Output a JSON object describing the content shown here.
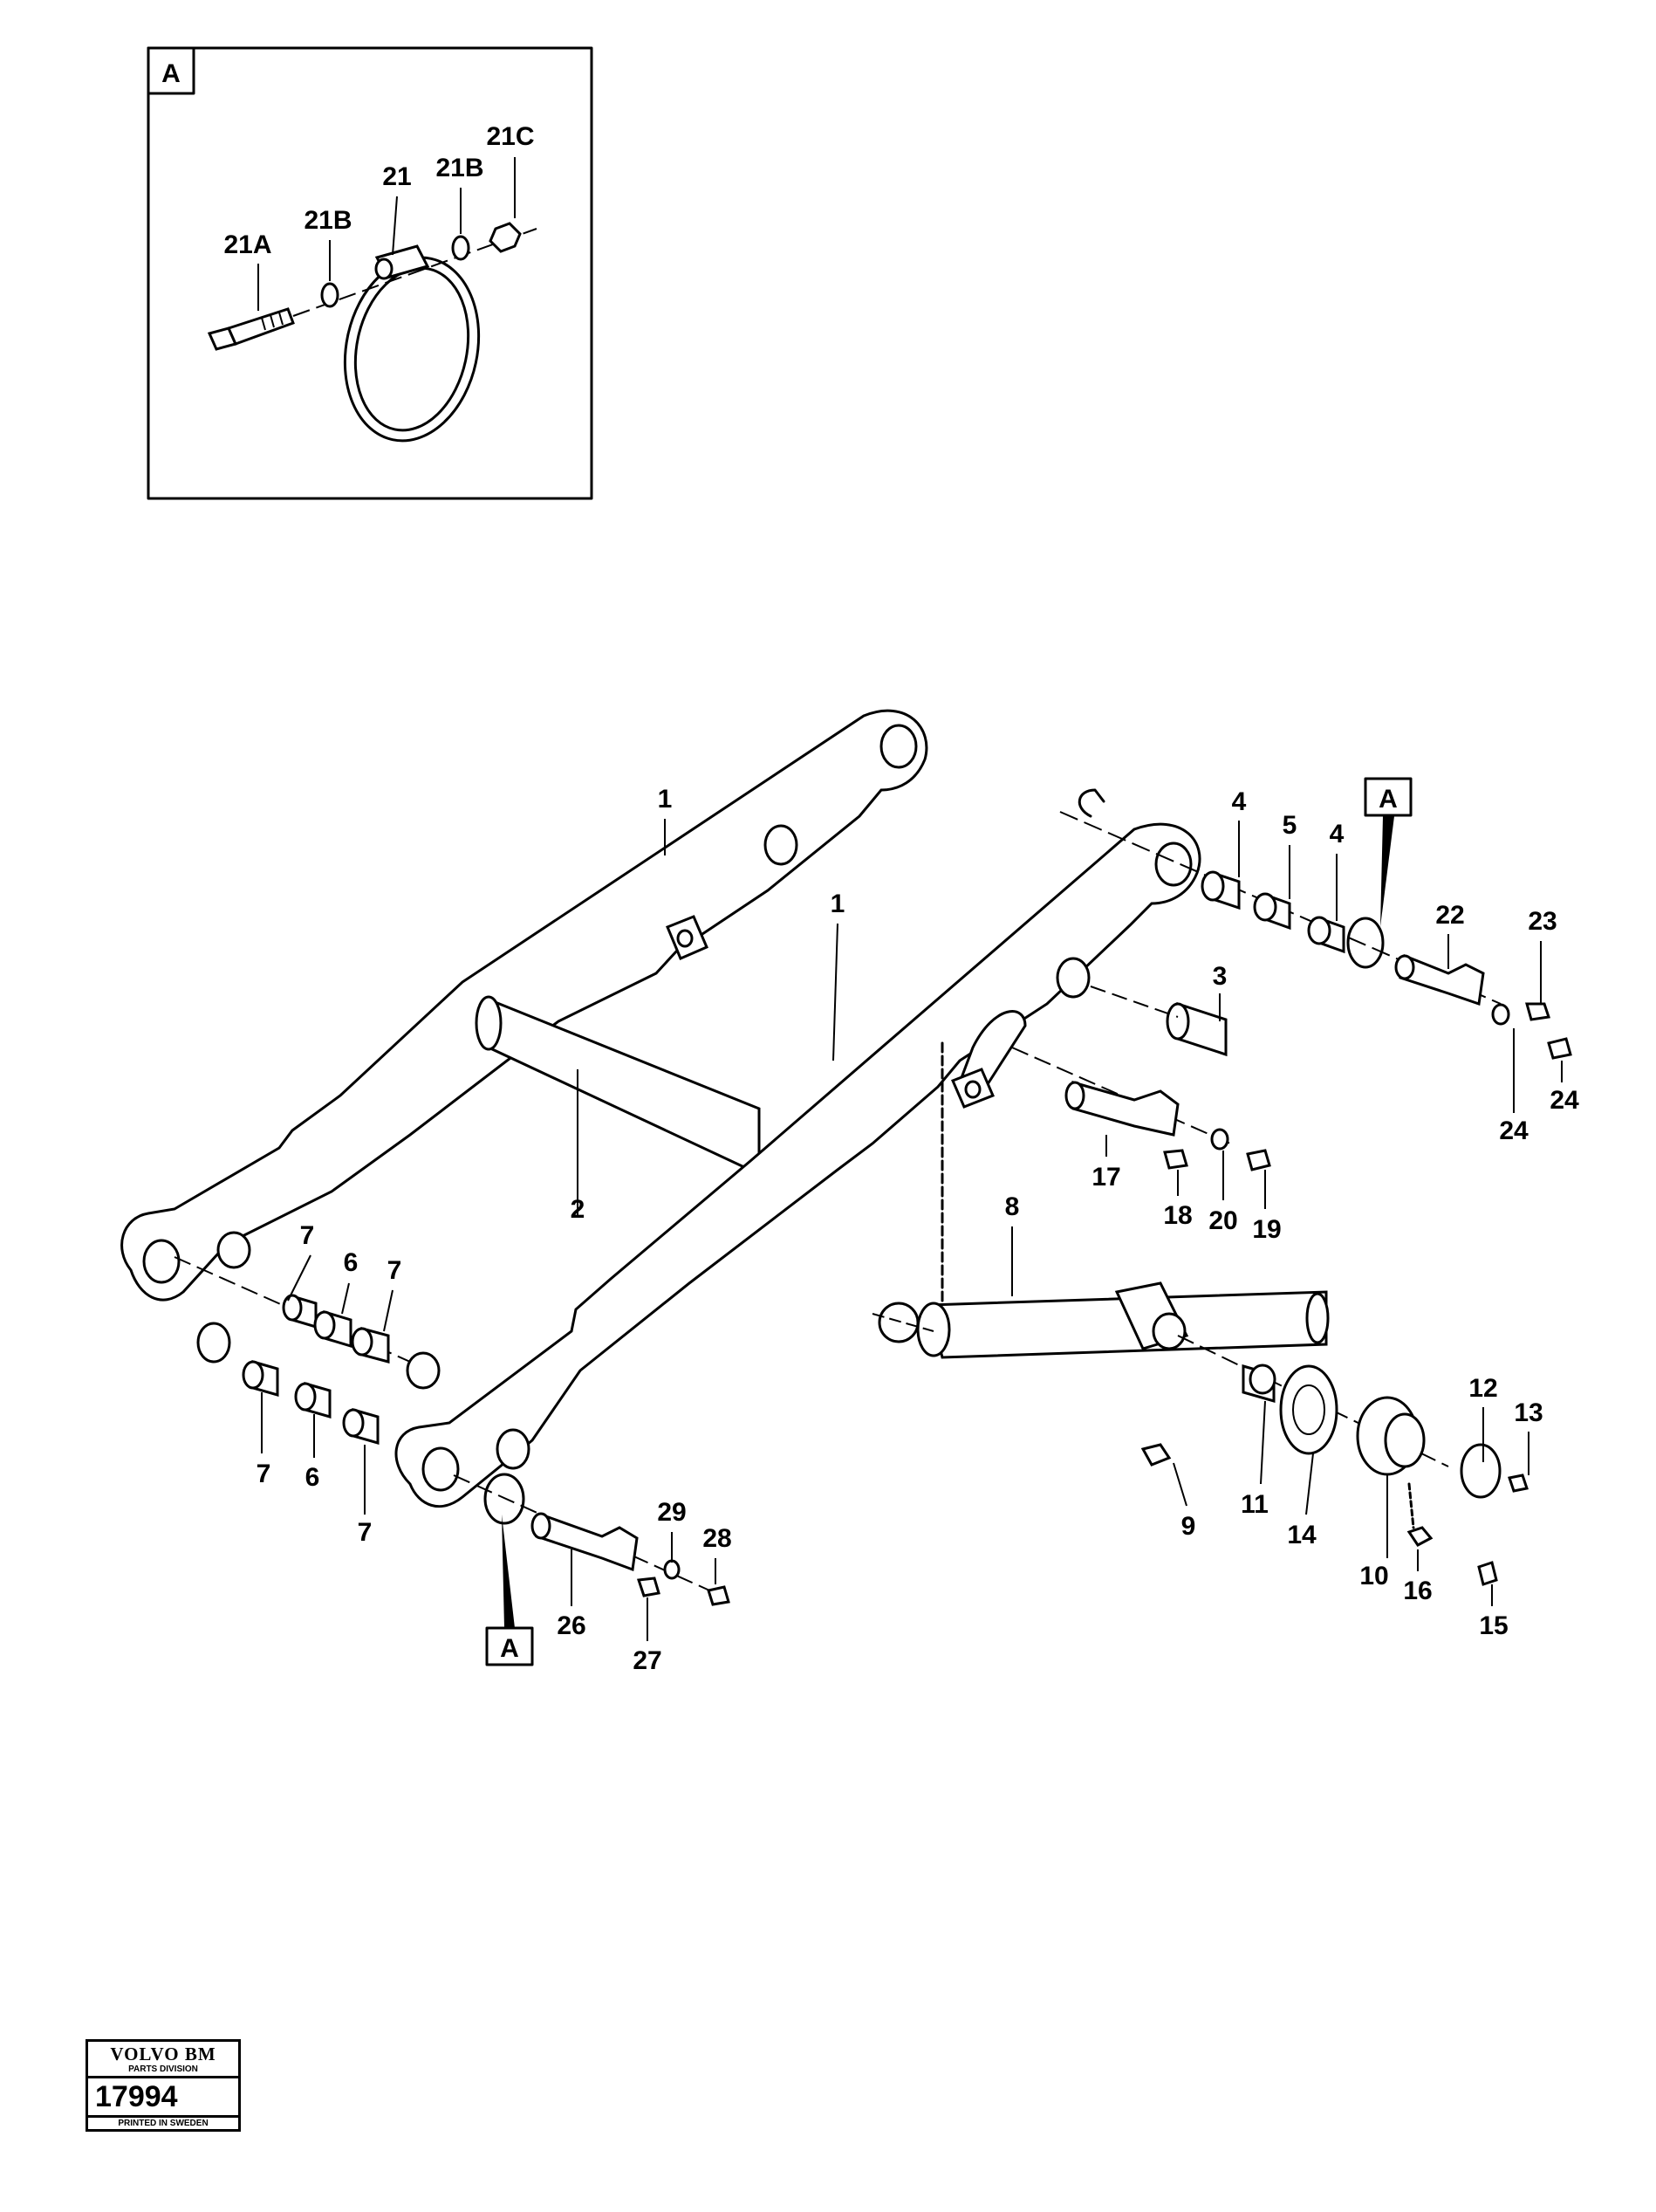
{
  "detail": {
    "box_label": "A",
    "labels": [
      "21A",
      "21B",
      "21",
      "21B",
      "21C"
    ]
  },
  "callouts": {
    "a_top": "A",
    "a_bottom": "A"
  },
  "labels": {
    "l1a": "1",
    "l1b": "1",
    "l2": "2",
    "l3": "3",
    "l4a": "4",
    "l5": "5",
    "l4b": "4",
    "l22": "22",
    "l23": "23",
    "l24a": "24",
    "l24b": "24",
    "l17": "17",
    "l18": "18",
    "l20": "20",
    "l19": "19",
    "l8": "8",
    "l7a": "7",
    "l6a": "6",
    "l7b": "7",
    "l7c": "7",
    "l6b": "6",
    "l7d": "7",
    "l29": "29",
    "l28": "28",
    "l26": "26",
    "l27": "27",
    "l9": "9",
    "l11": "11",
    "l14": "14",
    "l10": "10",
    "l16": "16",
    "l12": "12",
    "l13": "13",
    "l15": "15"
  },
  "stamp": {
    "brand": "VOLVO BM",
    "division": "PARTS DIVISION",
    "number": "17994",
    "printed": "PRINTED IN SWEDEN"
  }
}
